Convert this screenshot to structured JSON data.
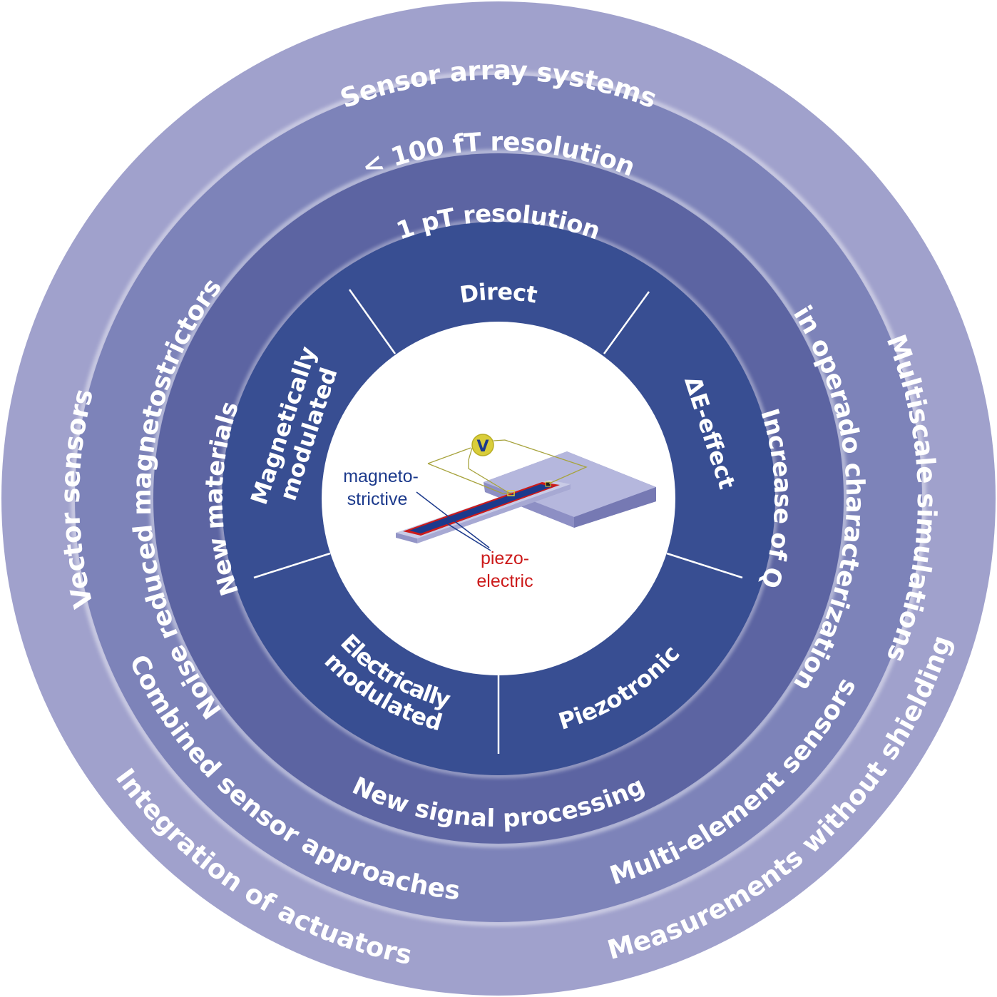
{
  "colors": {
    "ring_outer": "#a0a1cc",
    "ring_2": "#7d83b9",
    "ring_3": "#5c64a2",
    "ring_segments": "#384e92",
    "center": "#ffffff",
    "divider": "#ffffff",
    "magnetostrictive_label": "#1c3a8c",
    "piezoelectric_label": "#cc1a1a"
  },
  "outer_ring": {
    "top": "Sensor array systems",
    "left": "Vector sensors",
    "right": "Multiscale simulations",
    "bottom_left": "Integration of actuators",
    "bottom_right": "Measurements without shielding"
  },
  "ring_2": {
    "top": "< 100 fT resolution",
    "left": "Noise reduced magnetostrictors",
    "right": "in operado characterization",
    "bottom_left": "Combined sensor approaches",
    "bottom_right": "Multi-element sensors"
  },
  "ring_3": {
    "top": "1 pT resolution",
    "left": "New materials",
    "right": "Increase of Q",
    "bottom": "New signal processing"
  },
  "segments": {
    "direct": "Direct",
    "delta_e": "ΔE-effect",
    "piezotronic": "Piezotronic",
    "electrically_line1": "Electrically",
    "electrically_line2": "modulated",
    "magnetically_line1": "Magnetically",
    "magnetically_line2": "modulated"
  },
  "center": {
    "voltmeter_symbol": "V",
    "magnetostrictive_line1": "magneto-",
    "magnetostrictive_line2": "strictive",
    "piezoelectric_line1": "piezo-",
    "piezoelectric_line2": "electric"
  }
}
